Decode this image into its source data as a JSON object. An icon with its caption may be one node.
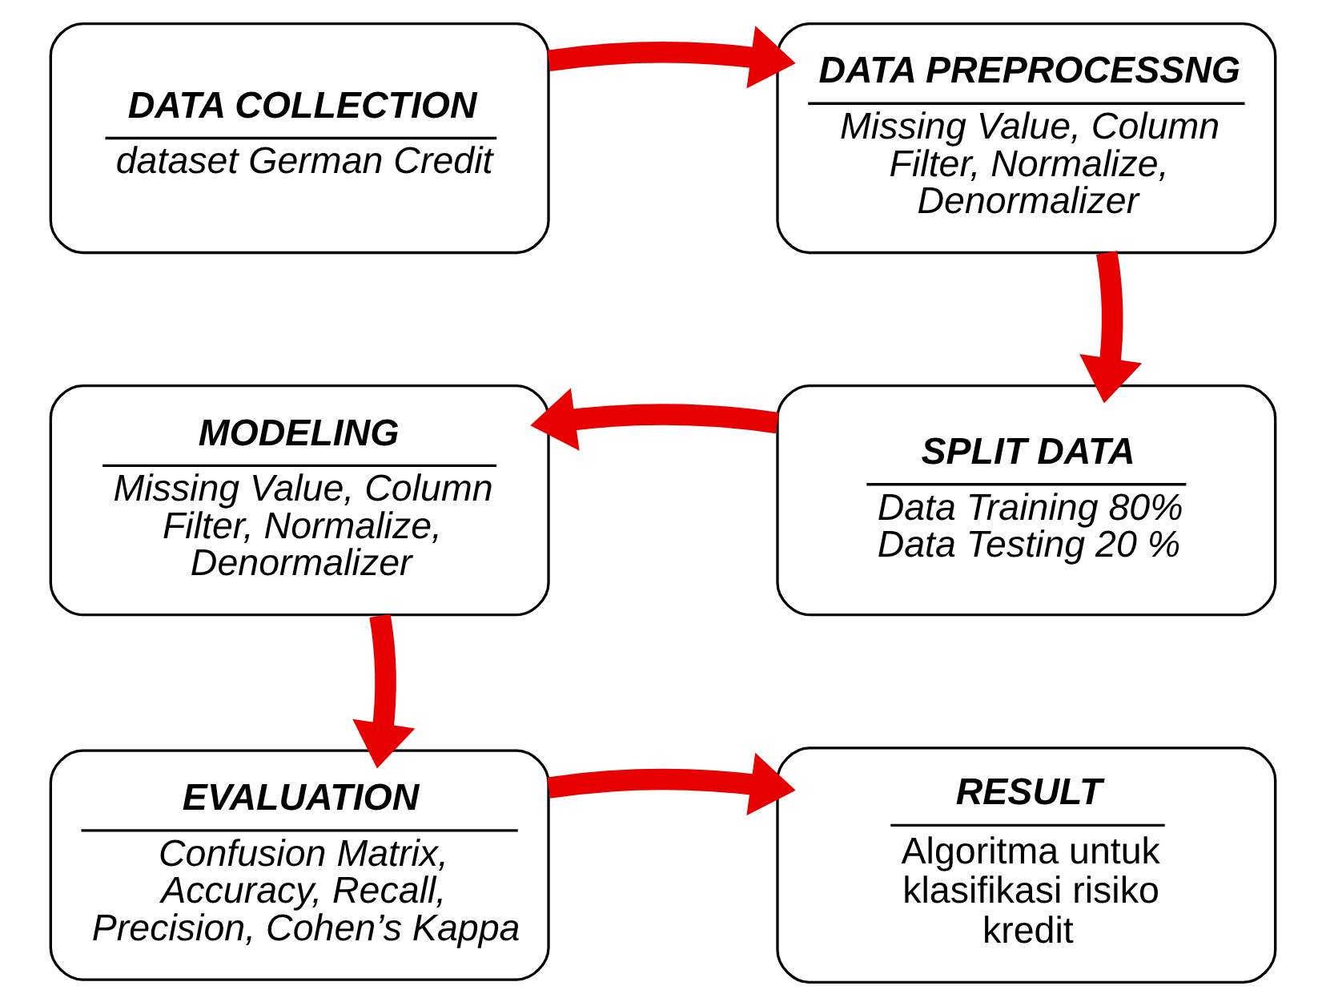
{
  "diagram": {
    "nodes": [
      {
        "text": [
          "DATA COLLECTION",
          "dataset German Credit"
        ]
      },
      {
        "text": [
          "DATA PREPROCESSNG",
          "Missing Value, Column Filter, Normalize, Denormalizer"
        ]
      },
      {
        "text": [
          "MODELING",
          "Missing Value, Column Filter, Normalize, Denormalizer"
        ]
      },
      {
        "text": [
          "SPLIT DATA",
          "Data Training 80% Data Testing 20 %"
        ]
      },
      {
        "text": [
          "EVALUATION",
          "Confusion Matrix, Accuracy, Recall, Precision, Cohen’s Kappa"
        ]
      },
      {
        "text": [
          "RESULT",
          "Algoritma untuk klasifikasi risiko kredit"
        ]
      }
    ],
    "edges": [
      {
        "from": 0,
        "to": 1,
        "arrow": "to"
      },
      {
        "from": 1,
        "to": 3,
        "arrow": "to"
      },
      {
        "from": 3,
        "to": 2,
        "arrow": "to"
      },
      {
        "from": 2,
        "to": 4,
        "arrow": "to"
      },
      {
        "from": 4,
        "to": 5,
        "arrow": "to"
      }
    ]
  }
}
